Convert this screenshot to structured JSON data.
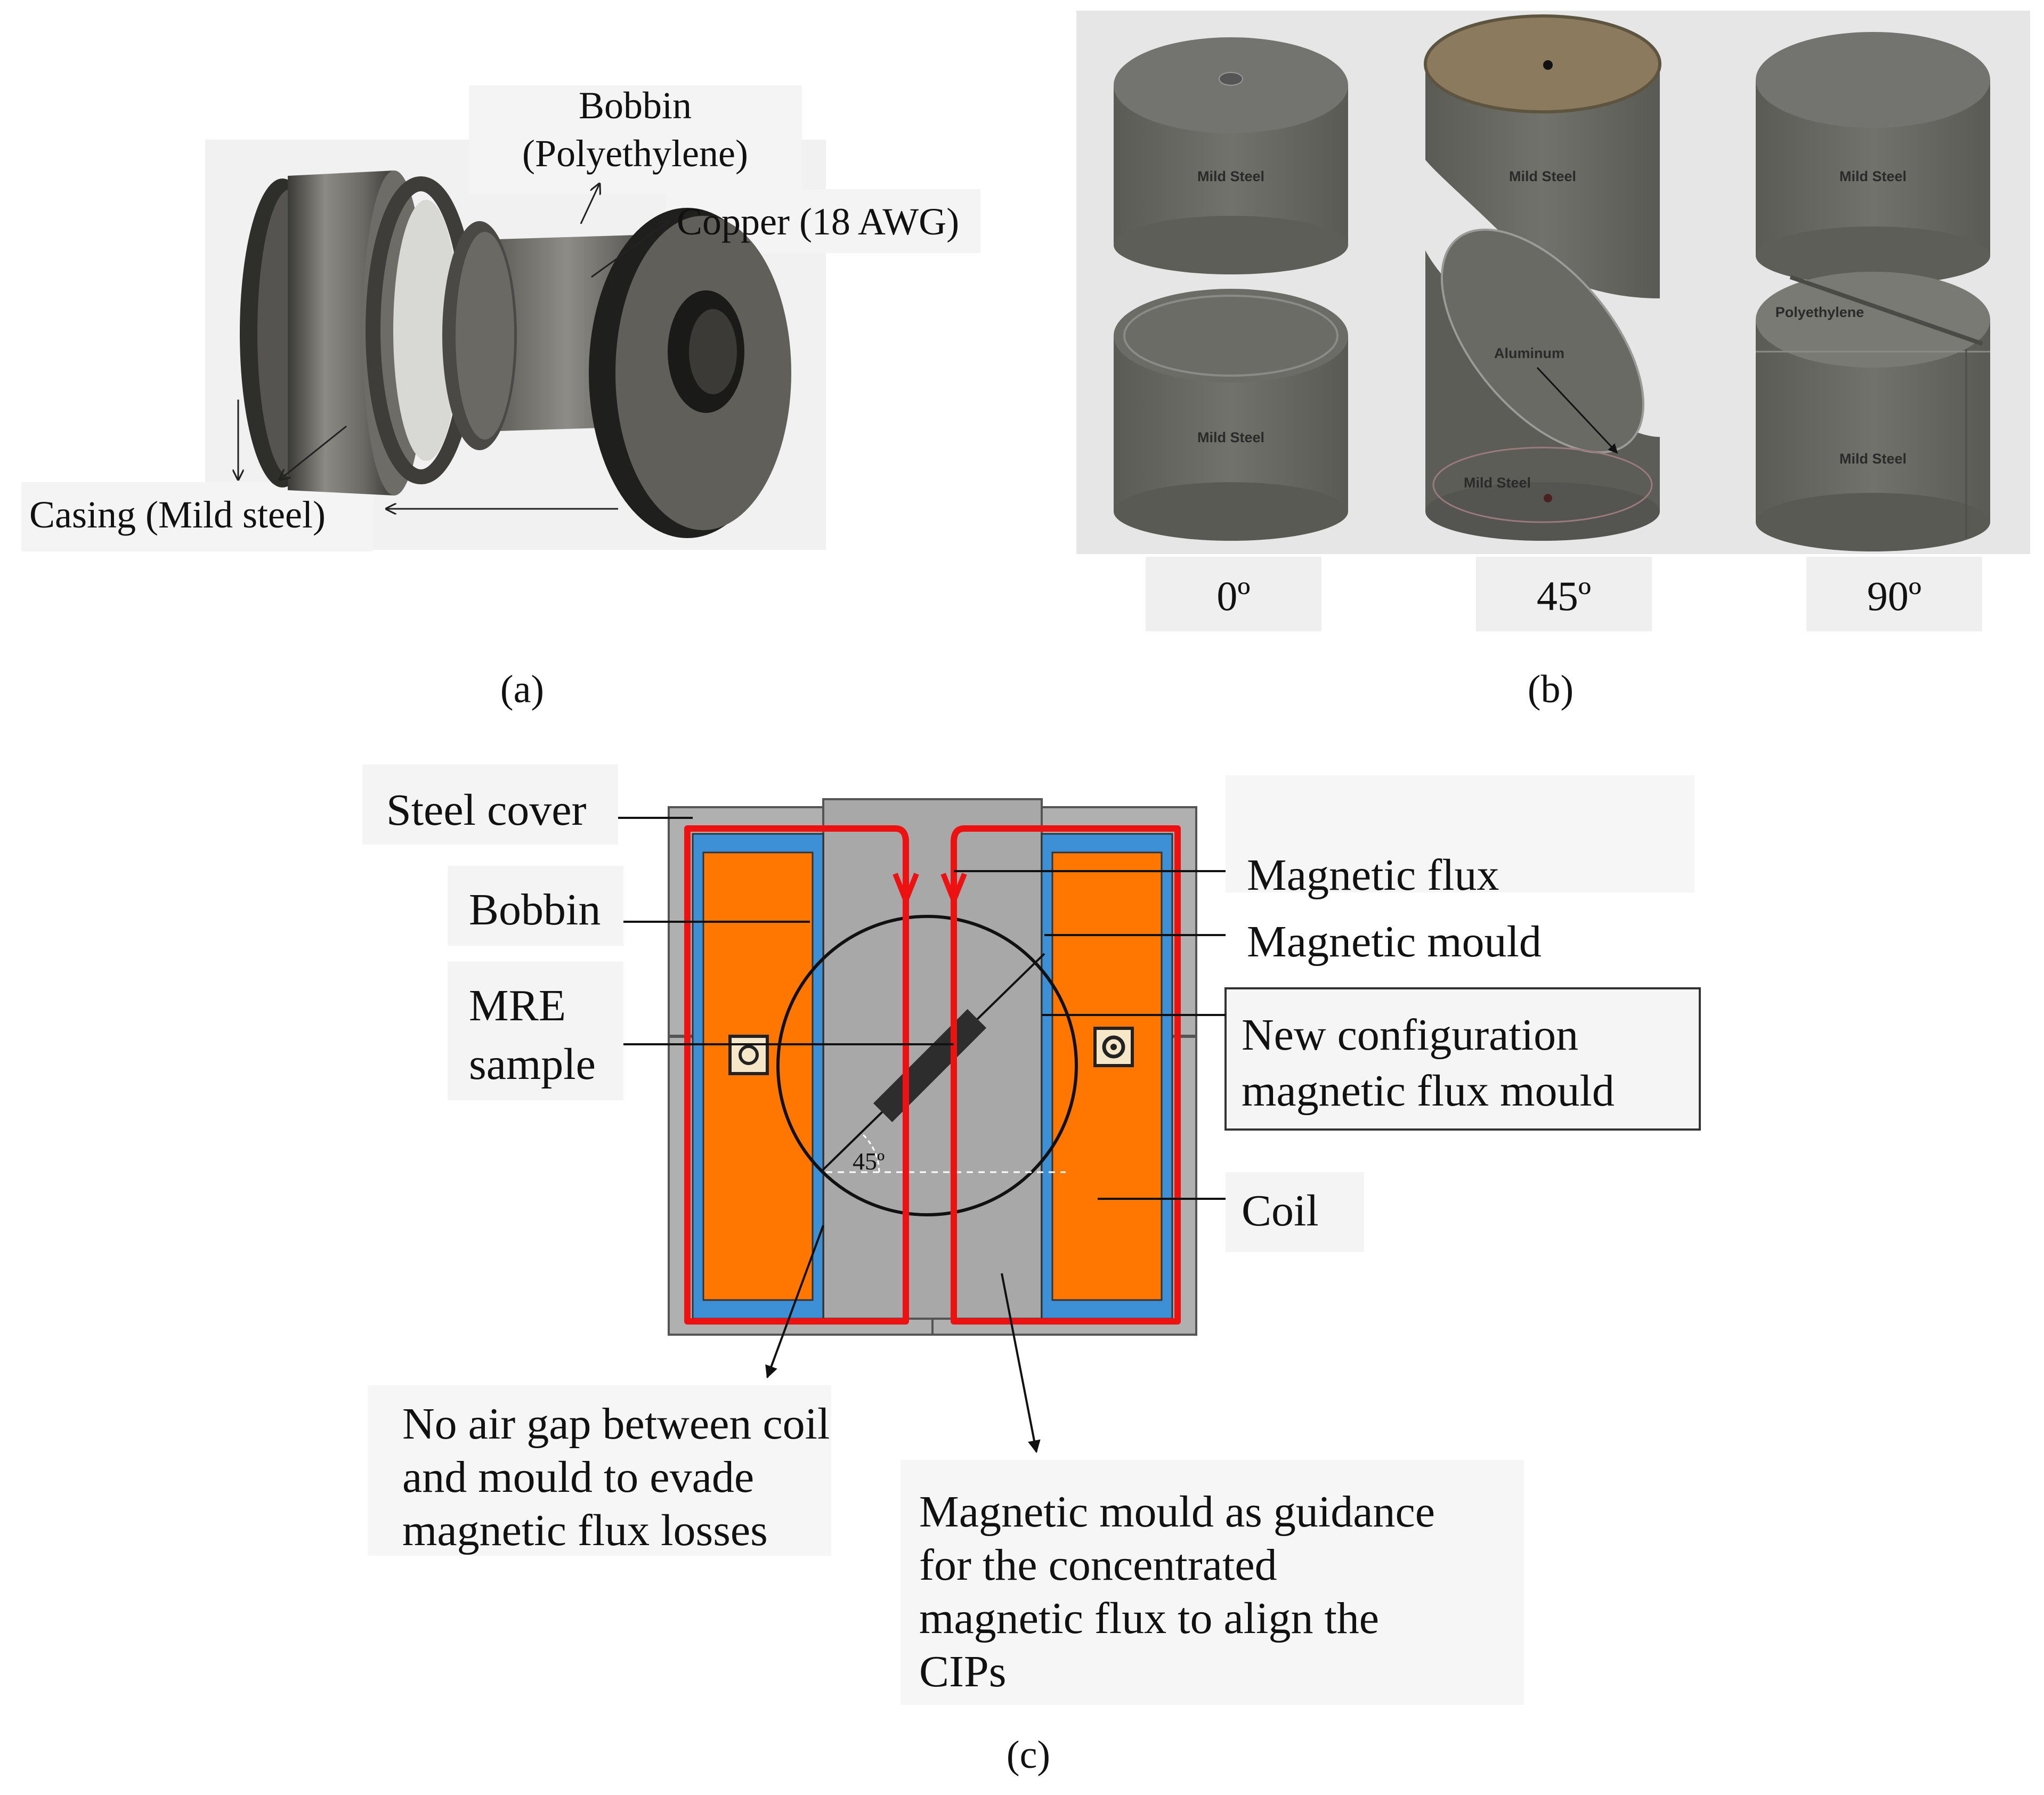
{
  "panel_a": {
    "caption": "(a)",
    "labels": {
      "bobbin_l1": "Bobbin",
      "bobbin_l2": "(Polyethylene)",
      "copper": "Copper (18 AWG)",
      "casing": "Casing (Mild steel)"
    }
  },
  "panel_b": {
    "caption": "(b)",
    "angles": [
      "0º",
      "45º",
      "90º"
    ],
    "parts": {
      "mild_steel": "Mild Steel",
      "aluminum": "Aluminum",
      "polyethylene": "Polyethylene"
    },
    "colors": {
      "steel": "#6b6b66",
      "steel_dark": "#565651",
      "aluminum": "#8a7a60",
      "background": "#e8e8e8"
    }
  },
  "panel_c": {
    "caption": "(c)",
    "labels": {
      "steel_cover": "Steel cover",
      "bobbin": "Bobbin",
      "mre_l1": "MRE",
      "mre_l2": "sample",
      "magnetic_flux": "Magnetic flux",
      "magnetic_mould": "Magnetic mould",
      "new_config_l1": "New configuration",
      "new_config_l2": "magnetic flux mould",
      "coil": "Coil",
      "angle": "45º",
      "no_air_gap_l1": "No air gap between coil",
      "no_air_gap_l2": "and mould  to evade",
      "no_air_gap_l3": "magnetic flux losses",
      "guidance_l1": "Magnetic mould as guidance",
      "guidance_l2": "for the concentrated",
      "guidance_l3": "magnetic flux to align the",
      "guidance_l4": "CIPs"
    },
    "colors": {
      "coil": "#ff7700",
      "bobbin": "#3d8fd6",
      "steel": "#a6a6a6",
      "flux": "#ee1111"
    }
  }
}
